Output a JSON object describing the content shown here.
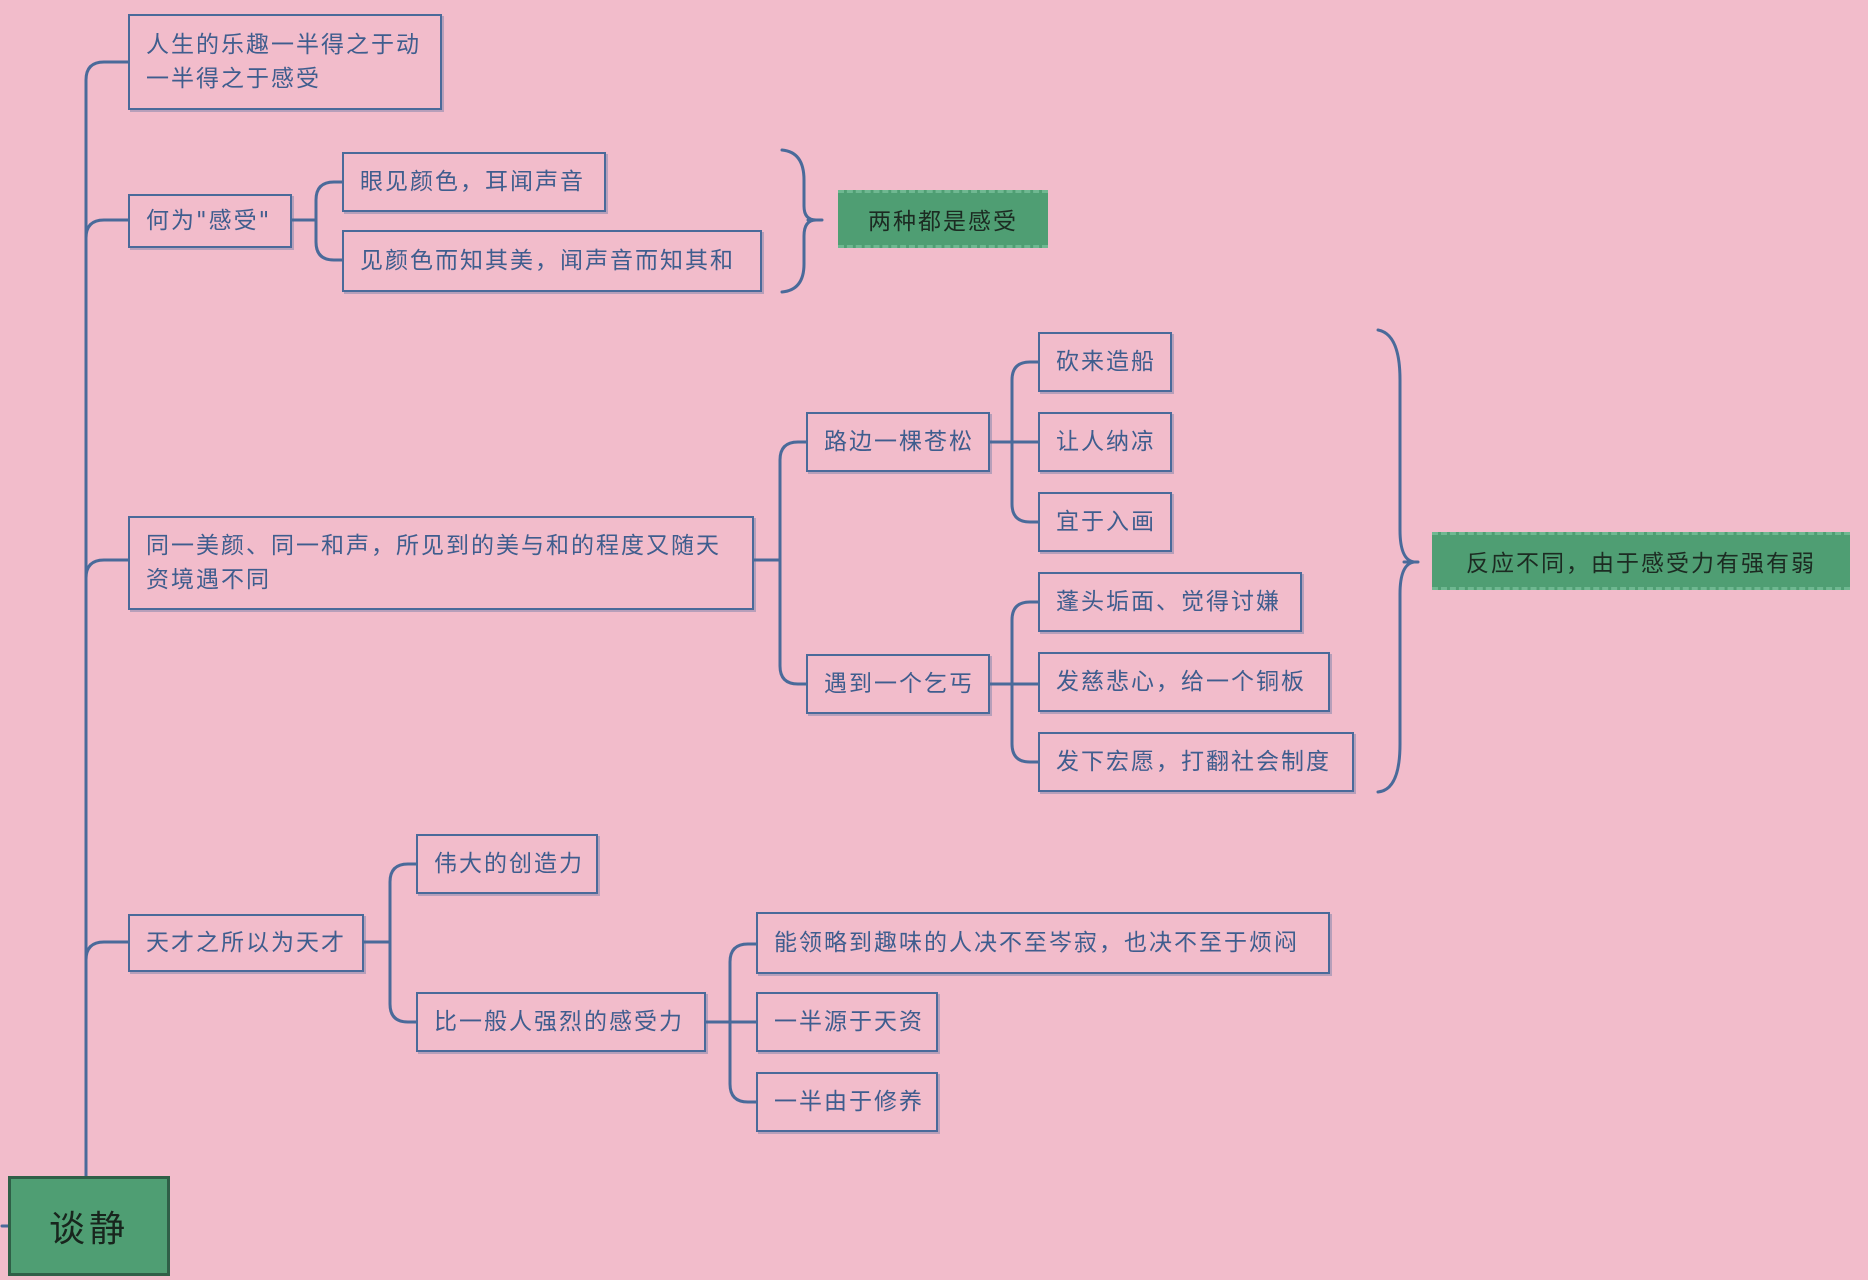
{
  "root": {
    "label": "谈静"
  },
  "nodes": {
    "n1": "人生的乐趣一半得之于动 一半得之于感受",
    "n2": "何为\"感受\"",
    "n2a": "眼见颜色，耳闻声音",
    "n2b": "见颜色而知其美，闻声音而知其和",
    "n3": "同一美颜、同一和声，所见到的美与和的程度又随天资境遇不同",
    "n3a": "路边一棵苍松",
    "n3a1": "砍来造船",
    "n3a2": "让人纳凉",
    "n3a3": "宜于入画",
    "n3b": "遇到一个乞丐",
    "n3b1": "蓬头垢面、觉得讨嫌",
    "n3b2": "发慈悲心，给一个铜板",
    "n3b3": "发下宏愿，打翻社会制度",
    "n4": "天才之所以为天才",
    "n4a": "伟大的创造力",
    "n4b": "比一般人强烈的感受力",
    "n4b1": "能领略到趣味的人决不至岑寂，也决不至于烦闷",
    "n4b2": "一半源于天资",
    "n4b3": "一半由于修养"
  },
  "summaries": {
    "s1": "两种都是感受",
    "s2": "反应不同，由于感受力有强有弱"
  },
  "colors": {
    "background": "#f2bccb",
    "line": "#4a6a9a",
    "text": "#3f5d8e",
    "highlight": "#4f9e73"
  }
}
